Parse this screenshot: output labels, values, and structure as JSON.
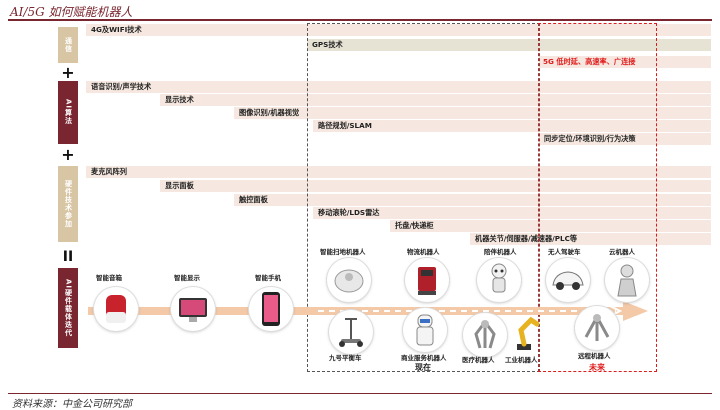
{
  "title": "AI/5G 如何赋能机器人",
  "source": "资料来源：中金公司研究部",
  "categories": {
    "comm": "通信",
    "ai_algo": "AI算法",
    "hardware": "硬件技术参加",
    "ai_hw": "AI硬件载体迭代"
  },
  "symbols": {
    "plus1": "+",
    "plus2": "+",
    "equals": "II"
  },
  "comm_bars": {
    "b1": "4G及WIFI技术",
    "b2": "GPS技术",
    "b3": "5G 低时延、高速率、广连接"
  },
  "ai_bars": {
    "b1": "语音识别/声学技术",
    "b2": "显示技术",
    "b3": "图像识别/机器视觉",
    "b4": "路径规划/SLAM",
    "b5": "同步定位/环境识别/行为决策"
  },
  "hw_bars": {
    "b1": "麦克风阵列",
    "b2": "显示面板",
    "b3": "触控面板",
    "b4": "移动滚轮/LDS雷达",
    "b5": "托盘/快递柜",
    "b6": "机器关节/伺服器/减速器/PLC等"
  },
  "devices": {
    "speaker": "智能音箱",
    "display": "智能显示",
    "phone": "智能手机",
    "sweeper": "智能扫地机器人",
    "logistics": "物流机器人",
    "companion": "陪伴机器人",
    "autocar": "无人驾驶车",
    "cloud": "云机器人",
    "balance": "九号平衡车",
    "service": "商业服务机器人",
    "medical": "医疗机器人",
    "industrial": "工业机器人",
    "remote": "远程机器人"
  },
  "periods": {
    "now": "现在",
    "future": "未来"
  },
  "colors": {
    "brand": "#7a2630",
    "category_light": "#d7c5a3",
    "bar": "#f6e8e0",
    "highlight_red": "#e01b1b",
    "arrow": "#f3c9a8"
  }
}
